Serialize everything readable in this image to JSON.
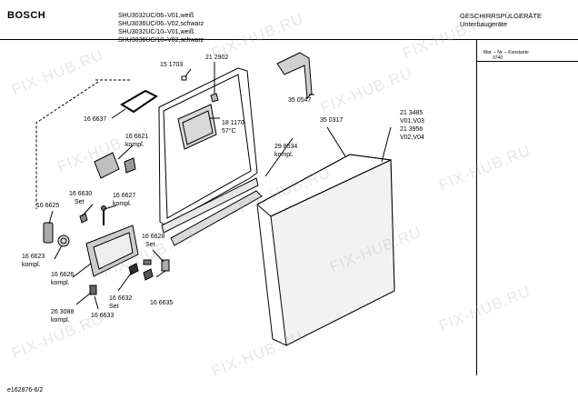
{
  "header": {
    "brand": "BOSCH",
    "models": [
      "SHU3032UC/06–V01,weiß",
      "SHU3036UC/06–V02,schwarz",
      "SHU3032UC/10–V01,weiß",
      "SHU3036UC/10–V02,schwarz"
    ],
    "category": "GESCHIRRSPÜLGERÄTE",
    "subcategory": "Unterbaugeräte",
    "mat_label": "Mat. – Nr. – Konstante",
    "mat_value": "3740"
  },
  "footer": {
    "doc_id": "e162876-6/2"
  },
  "watermark": "FIX-HUB.RU",
  "parts": [
    {
      "id": "p151703",
      "text": "15 1703"
    },
    {
      "id": "p212902",
      "text": "21 2902"
    },
    {
      "id": "p350547",
      "text": "35 0547"
    },
    {
      "id": "p166637",
      "text": "16 6637"
    },
    {
      "id": "p181170",
      "text": "18 1170"
    },
    {
      "id": "p57c",
      "text": "57°C"
    },
    {
      "id": "p350317",
      "text": "35 0317"
    },
    {
      "id": "p213485",
      "text": "21 3485"
    },
    {
      "id": "pv0103",
      "text": "V01,V03"
    },
    {
      "id": "p213956",
      "text": "21 3956"
    },
    {
      "id": "pv0204",
      "text": "V02,V04"
    },
    {
      "id": "p166621",
      "text": "16 6621"
    },
    {
      "id": "p166621k",
      "text": "kompl."
    },
    {
      "id": "p298534",
      "text": "29 8534"
    },
    {
      "id": "p298534k",
      "text": "kompl."
    },
    {
      "id": "p166630",
      "text": "16 6630"
    },
    {
      "id": "p166630s",
      "text": "Set"
    },
    {
      "id": "p166627",
      "text": "16 6627"
    },
    {
      "id": "p166627k",
      "text": "kompl."
    },
    {
      "id": "p166625",
      "text": "16 6625"
    },
    {
      "id": "p166628",
      "text": "16 6628"
    },
    {
      "id": "p166628s",
      "text": "Set"
    },
    {
      "id": "p166623",
      "text": "16 6623"
    },
    {
      "id": "p166623k",
      "text": "kompl."
    },
    {
      "id": "p166626",
      "text": "16 6626"
    },
    {
      "id": "p166626k",
      "text": "kompl."
    },
    {
      "id": "p166632",
      "text": "16 6632"
    },
    {
      "id": "p166632s",
      "text": "Set"
    },
    {
      "id": "p166635",
      "text": "16 6635"
    },
    {
      "id": "p263088",
      "text": "26 3088"
    },
    {
      "id": "p263088k",
      "text": "kompl."
    },
    {
      "id": "p166633",
      "text": "16 6633"
    }
  ]
}
